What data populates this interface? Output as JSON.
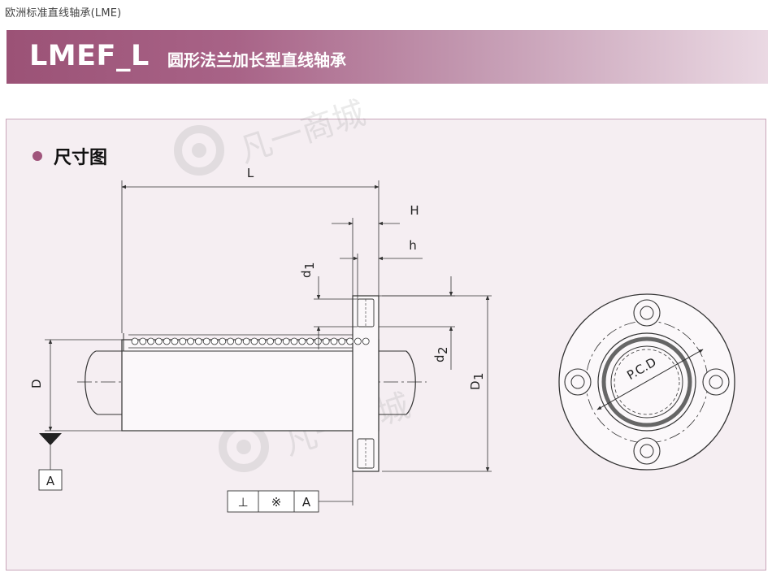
{
  "breadcrumb": "欧洲标准直线轴承(LME)",
  "banner": {
    "model": "LMEF_L",
    "subtitle": "圆形法兰加长型直线轴承"
  },
  "section": {
    "heading": "尺寸图"
  },
  "drawing": {
    "labels": {
      "L": "L",
      "H": "H",
      "h": "h",
      "d1": "d",
      "d1_sub": "1",
      "d2": "d",
      "d2_sub": "2",
      "D": "D",
      "D1": "D",
      "D1_sub": "1",
      "datum": "A",
      "pcd": "P.C.D"
    },
    "tolerance_frame": {
      "symbol": "⊥",
      "modifier": "※",
      "datum": "A"
    }
  },
  "watermark": {
    "text": "凡一商城"
  },
  "colors": {
    "accent": "#a0557c",
    "banner_start": "#9b5276",
    "banner_end": "#ead9e3",
    "panel_bg": "#f5eef2"
  }
}
